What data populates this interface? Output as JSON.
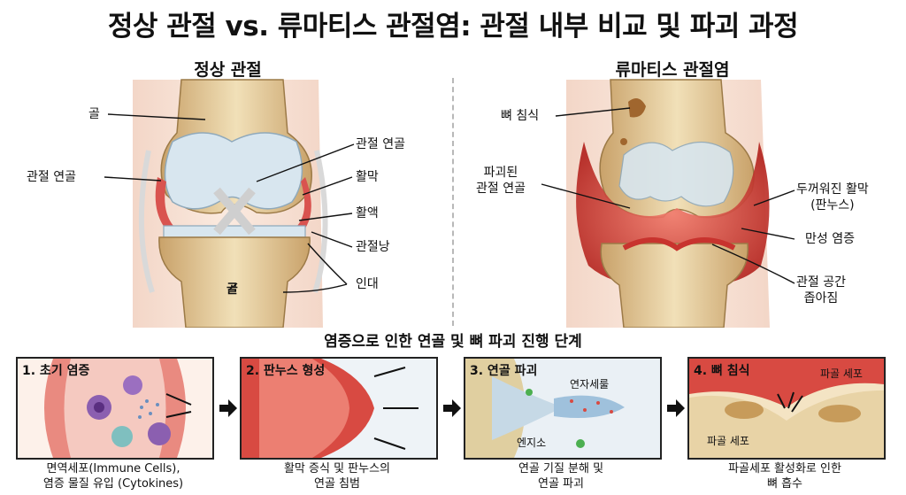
{
  "title": "정상 관절 vs. 류마티스 관절염: 관절 내부 비교 및 파괴 과정",
  "normal": {
    "heading": "정상 관절",
    "labels": {
      "bone_top": "골",
      "cartilage_left": "관절 연골",
      "cartilage_right": "관절 연골",
      "synovium": "활막",
      "synovial_fluid": "활액",
      "capsule": "관절낭",
      "ligament": "인대",
      "bone_bottom": "골"
    }
  },
  "ra": {
    "heading": "류마티스 관절염",
    "labels": {
      "bone_erosion": "뼈 침식",
      "destroyed_cartilage": "파괴된\n관절 연골",
      "thick_synovium": "두꺼워진 활막\n(판누스)",
      "chronic_inflammation": "만성 염증",
      "narrowing": "관절 공간\n좁아짐"
    }
  },
  "stages": {
    "heading": "염증으로 인한 연골 및 뼈 파괴 진행 단계",
    "panels": [
      {
        "title": "1. 초기 염증",
        "caption": "면역세포(Immune Cells),\n염증 물질 유입 (Cytokines)"
      },
      {
        "title": "2. 판누스 형성",
        "caption": "활막 증식 및 판누스의\n연골 침범"
      },
      {
        "title": "3. 연골 파괴",
        "caption": "연골 기질 분해 및\n연골 파괴",
        "label_a": "연자세룰",
        "label_b": "엔지소"
      },
      {
        "title": "4. 뼈 침식",
        "caption": "파골세포 활성화로 인한\n뼈 흡수",
        "label_a": "파골 세포",
        "label_b": "파골 세포"
      }
    ]
  },
  "colors": {
    "bone": "#e8d3a6",
    "cartilage": "#d8e6ef",
    "synovium": "#d9534f",
    "inflamed": "#c8332e",
    "ligament": "#d9d9d9"
  }
}
